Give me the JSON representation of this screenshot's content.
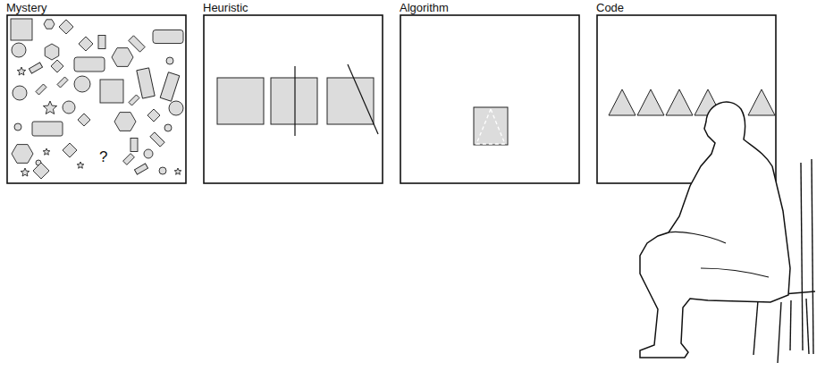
{
  "diagram": {
    "nodes": [
      {
        "text": [
          "Mystery"
        ]
      },
      {
        "text": [
          "Heuristic"
        ]
      },
      {
        "text": [
          "Algorithm"
        ]
      },
      {
        "text": [
          "Code"
        ]
      }
    ],
    "labels": [
      "?"
    ]
  }
}
